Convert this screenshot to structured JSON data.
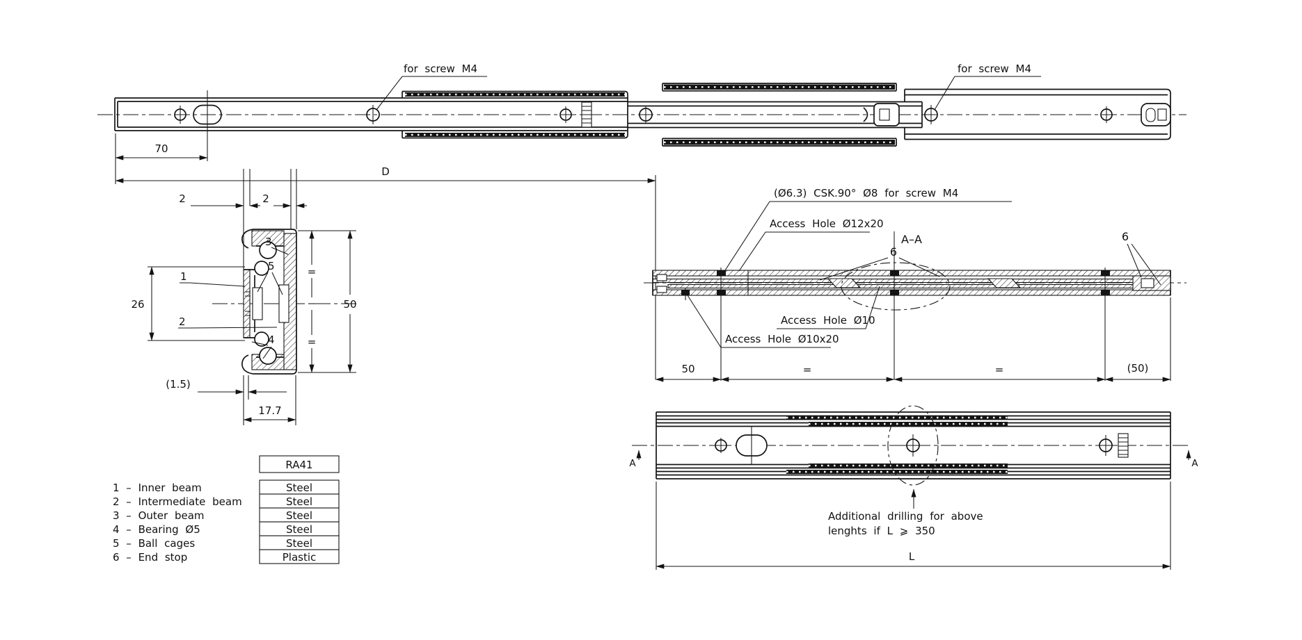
{
  "top_view": {
    "screw_label_left": "for screw M4",
    "screw_label_right": "for screw M4",
    "dim_70": "70",
    "dim_D": "D"
  },
  "cross_section": {
    "dim_2_left": "2",
    "dim_2_right": "2",
    "dim_26": "26",
    "dim_50": "50",
    "dim_eq_top": "=",
    "dim_eq_bottom": "=",
    "dim_1_5": "(1.5)",
    "dim_17_7": "17.7",
    "callout_1": "1",
    "callout_2": "2",
    "callout_3": "3",
    "callout_4": "4",
    "callout_5": "5"
  },
  "parts_list": {
    "header": "RA41",
    "items": [
      {
        "label": "1 – Inner beam",
        "material": "Steel"
      },
      {
        "label": "2 – Intermediate beam",
        "material": "Steel"
      },
      {
        "label": "3 – Outer beam",
        "material": "Steel"
      },
      {
        "label": "4 – Bearing Ø5",
        "material": "Steel"
      },
      {
        "label": "5 – Ball cages",
        "material": "Steel"
      },
      {
        "label": "6 – End stop",
        "material": "Plastic"
      }
    ]
  },
  "section_aa": {
    "title": "A–A",
    "label_csk": "(Ø6.3) CSK.90° Ø8 for screw M4",
    "label_access_12x20": "Access Hole Ø12x20",
    "label_access_10": "Access Hole Ø10",
    "label_access_10x20": "Access Hole Ø10x20",
    "callout_6_mid": "6",
    "callout_6_right": "6",
    "dim_50": "50",
    "dim_eq1": "=",
    "dim_eq2": "=",
    "dim_50_right": "(50)"
  },
  "bottom_view": {
    "marker_left": "A",
    "marker_right": "A",
    "note_line1": "Additional drilling for above",
    "note_line2": "lenghts if L ⩾ 350",
    "dim_L": "L"
  }
}
